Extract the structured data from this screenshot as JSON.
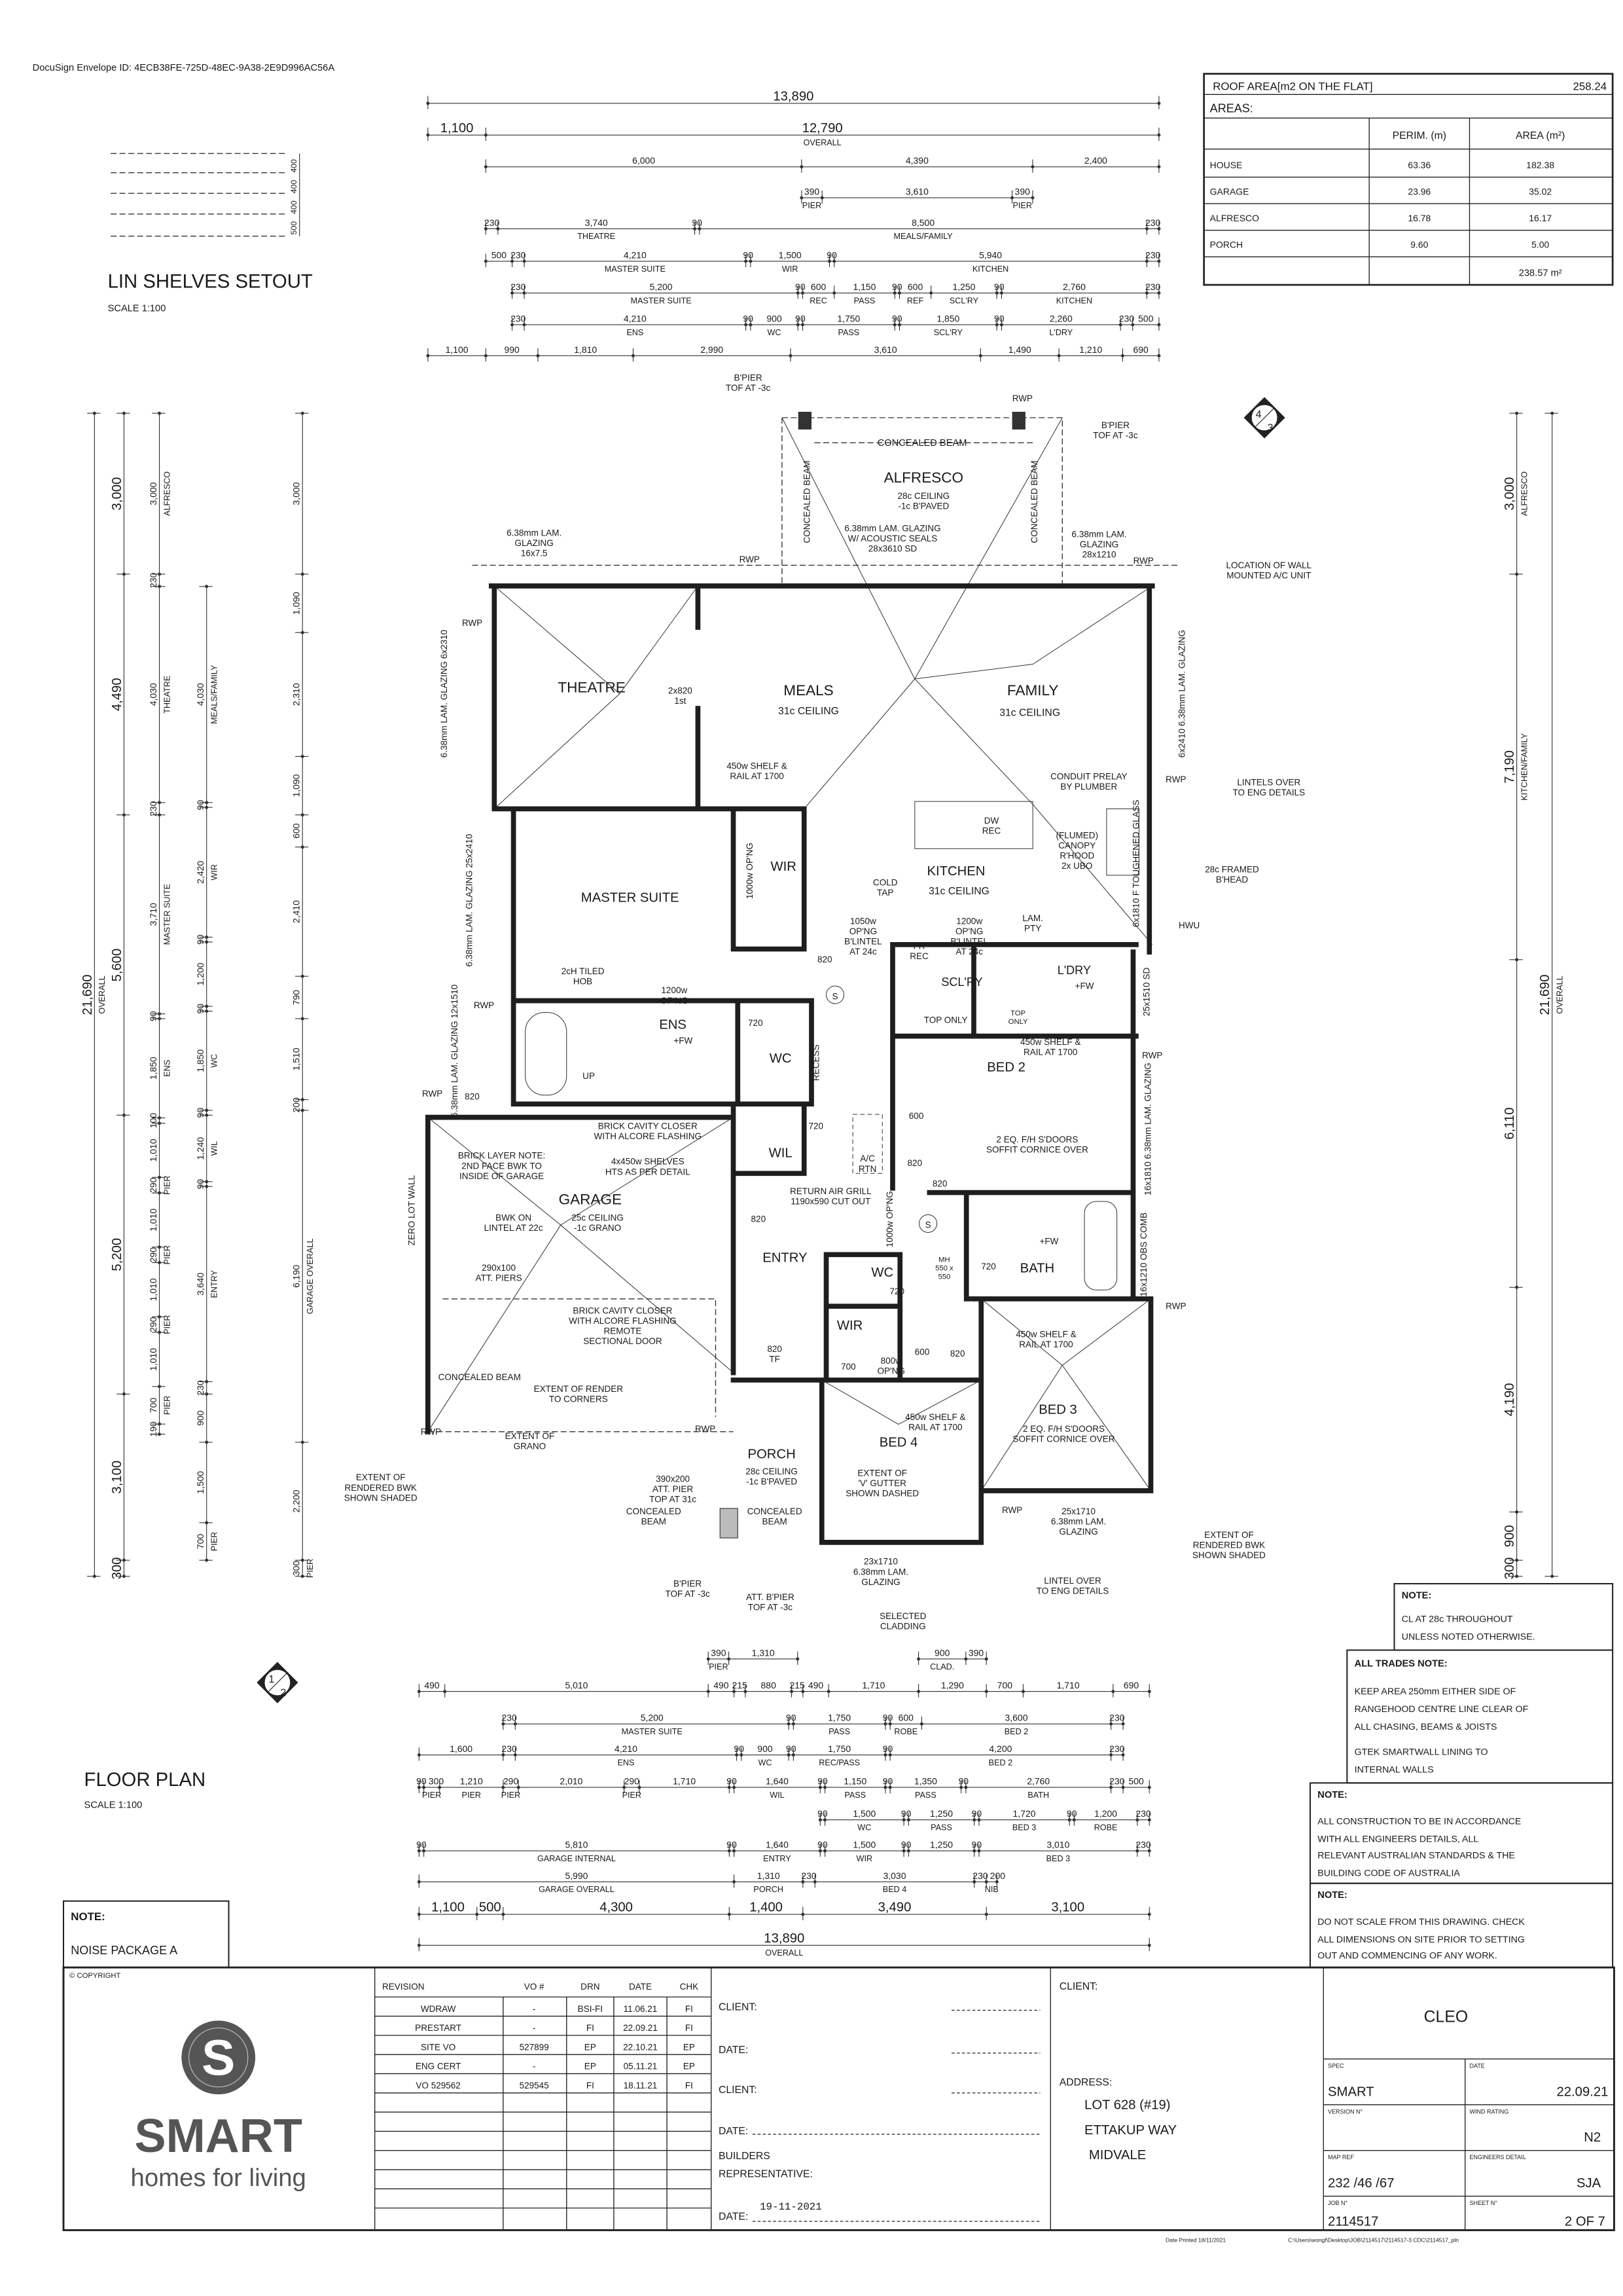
{
  "header": {
    "envelope": "DocuSign Envelope ID: 4ECB38FE-725D-48EC-9A38-2E9D996AC56A"
  },
  "lin_shelves": {
    "title": "LIN SHELVES SETOUT",
    "scale": "SCALE 1:100",
    "dims": [
      "500",
      "400",
      "400",
      "400"
    ]
  },
  "floor_plan": {
    "title": "FLOOR PLAN",
    "scale": "SCALE 1:100",
    "section_ref_a": {
      "top": "4",
      "bottom": "3"
    },
    "section_ref_b": {
      "top": "1",
      "bottom": "2"
    }
  },
  "roof_table": {
    "title": "ROOF AREA[m2 ON THE FLAT]",
    "roof_area": "258.24",
    "areas_label": "AREAS:",
    "col_perim": "PERIM. (m)",
    "col_area": "AREA (m²)",
    "rows": [
      {
        "name": "HOUSE",
        "perim": "63.36",
        "area": "182.38"
      },
      {
        "name": "GARAGE",
        "perim": "23.96",
        "area": "35.02"
      },
      {
        "name": "ALFRESCO",
        "perim": "16.78",
        "area": "16.17"
      },
      {
        "name": "PORCH",
        "perim": "9.60",
        "area": "5.00"
      }
    ],
    "total": "238.57 m²"
  },
  "dims": {
    "top": [
      {
        "values": [
          "13,890"
        ],
        "labels": [
          ""
        ]
      },
      {
        "values": [
          "1,100",
          "12,790"
        ],
        "labels": [
          "",
          "OVERALL"
        ]
      },
      {
        "values": [
          "6,000",
          "4,390",
          "2,400"
        ],
        "labels": [
          "",
          "",
          ""
        ]
      },
      {
        "values": [
          "390",
          "3,610",
          "390"
        ],
        "labels": [
          "PIER",
          "",
          "PIER"
        ]
      },
      {
        "values": [
          "230",
          "3,740",
          "90",
          "8,500",
          "230"
        ],
        "labels": [
          "",
          "THEATRE",
          "",
          "MEALS/FAMILY",
          ""
        ]
      },
      {
        "values": [
          "500",
          "230",
          "4,210",
          "90",
          "1,500",
          "90",
          "5,940",
          "230"
        ],
        "labels": [
          "",
          "",
          "MASTER SUITE",
          "",
          "WIR",
          "",
          "KITCHEN",
          ""
        ]
      },
      {
        "values": [
          "230",
          "5,200",
          "90",
          "600",
          "1,150",
          "90",
          "600",
          "1,250",
          "90",
          "2,760",
          "230"
        ],
        "labels": [
          "",
          "MASTER SUITE",
          "",
          "REC",
          "PASS",
          "",
          "REF",
          "SCL'RY",
          "",
          "KITCHEN",
          ""
        ]
      },
      {
        "values": [
          "230",
          "4,210",
          "90",
          "900",
          "90",
          "1,750",
          "90",
          "1,850",
          "90",
          "2,260",
          "230",
          "500"
        ],
        "labels": [
          "",
          "ENS",
          "",
          "WC",
          "",
          "PASS",
          "",
          "SCL'RY",
          "",
          "L'DRY",
          "",
          ""
        ]
      },
      {
        "values": [
          "1,100",
          "990",
          "1,810",
          "2,990",
          "3,610",
          "1,490",
          "1,210",
          "690"
        ],
        "labels": [
          "",
          "",
          "",
          "",
          "",
          "",
          "",
          ""
        ]
      }
    ],
    "bottom": [
      {
        "values": [
          "390",
          "1,310"
        ],
        "labels": [
          "PIER",
          ""
        ]
      },
      {
        "values": [
          "900",
          "390"
        ],
        "labels": [
          "CLAD.",
          ""
        ]
      },
      {
        "values": [
          "490",
          "5,010",
          "490",
          "215",
          "880",
          "215",
          "490",
          "1,710",
          "1,290",
          "700",
          "1,710",
          "690"
        ],
        "labels": [
          "",
          "",
          "",
          "",
          "",
          "",
          "",
          "",
          "",
          "",
          "",
          ""
        ]
      },
      {
        "values": [
          "230",
          "5,200",
          "90",
          "1,750",
          "90",
          "600",
          "3,600",
          "230"
        ],
        "labels": [
          "",
          "MASTER SUITE",
          "",
          "PASS",
          "",
          "ROBE",
          "BED 2",
          ""
        ]
      },
      {
        "values": [
          "1,600",
          "230",
          "4,210",
          "90",
          "900",
          "90",
          "1,750",
          "90",
          "4,200",
          "230"
        ],
        "labels": [
          "",
          "",
          "ENS",
          "",
          "WC",
          "",
          "REC/PASS",
          "",
          "BED 2",
          ""
        ]
      },
      {
        "values": [
          "90",
          "300",
          "1,210",
          "290",
          "2,010",
          "290",
          "1,710",
          "90",
          "1,640",
          "90",
          "1,150",
          "90",
          "1,350",
          "90",
          "2,760",
          "230",
          "500"
        ],
        "labels": [
          "",
          "PIER",
          "PIER",
          "PIER",
          "",
          "PIER",
          "",
          "",
          "WIL",
          "",
          "PASS",
          "",
          "PASS",
          "",
          "BATH",
          "",
          ""
        ]
      },
      {
        "values": [
          "90",
          "1,500",
          "90",
          "1,250",
          "90",
          "1,720",
          "90",
          "1,200",
          "230"
        ],
        "labels": [
          "",
          "WC",
          "",
          "PASS",
          "",
          "BED 3",
          "",
          "ROBE",
          ""
        ]
      },
      {
        "values": [
          "90",
          "5,810",
          "90",
          "1,640",
          "90",
          "1,500",
          "90",
          "1,250",
          "90",
          "3,010",
          "230"
        ],
        "labels": [
          "",
          "GARAGE INTERNAL",
          "",
          "ENTRY",
          "",
          "WIR",
          "",
          "",
          "",
          "BED 3",
          ""
        ]
      },
      {
        "values": [
          "5,990",
          "1,310",
          "230",
          "3,030",
          "230",
          "200"
        ],
        "labels": [
          "GARAGE OVERALL",
          "PORCH",
          "",
          "BED 4",
          "",
          "NIB"
        ]
      },
      {
        "values": [
          "1,100",
          "500",
          "4,300",
          "1,400",
          "3,490",
          "3,100"
        ],
        "labels": [
          "",
          "",
          "",
          "",
          "",
          ""
        ]
      },
      {
        "values": [
          "13,890"
        ],
        "labels": [
          "OVERALL"
        ]
      }
    ],
    "left": [
      {
        "values": [
          "21,690"
        ],
        "labels": [
          "OVERALL"
        ]
      },
      {
        "values": [
          "3,000",
          "4,490",
          "5,600",
          "5,200",
          "3,100",
          "300"
        ],
        "labels": [
          "",
          "",
          "",
          "",
          "",
          ""
        ]
      },
      {
        "values": [
          "3,000",
          "230",
          "4,030",
          "230",
          "3,710",
          "90",
          "1,850",
          "100",
          "1,010",
          "290",
          "1,010",
          "290",
          "1,010",
          "290",
          "1,010",
          "700",
          "190"
        ],
        "labels": [
          "ALFRESCO",
          "",
          "THEATRE",
          "",
          "MASTER SUITE",
          "",
          "ENS",
          "",
          "",
          "PIER",
          "",
          "PIER",
          "",
          "PIER",
          "",
          "PIER",
          ""
        ]
      },
      {
        "values": [
          "4,030",
          "90",
          "2,420",
          "90",
          "1,200",
          "90",
          "1,850",
          "90",
          "1,240",
          "90",
          "3,640",
          "230",
          "900",
          "1,500",
          "700"
        ],
        "labels": [
          "MEALS/FAMILY",
          "",
          "WIR",
          "",
          "",
          "",
          "WC",
          "",
          "WIL",
          "",
          "ENTRY",
          "",
          "",
          "",
          "PIER"
        ]
      },
      {
        "values": [
          "3,000",
          "1,090",
          "2,310",
          "1,090",
          "600",
          "2,410",
          "790",
          "1,510",
          "200",
          "6,190",
          "2,200",
          "300"
        ],
        "labels": [
          "",
          "",
          "",
          "",
          "",
          "",
          "",
          "",
          "",
          "GARAGE OVERALL",
          "",
          "PIER"
        ]
      }
    ],
    "right": [
      {
        "values": [
          "21,690"
        ],
        "labels": [
          "OVERALL"
        ]
      },
      {
        "values": [
          "3,000",
          "7,190",
          "6,110",
          "4,190",
          "900",
          "300"
        ],
        "labels": [
          "ALFRESCO",
          "KITCHEN/FAMILY",
          "",
          "",
          "",
          ""
        ]
      }
    ]
  },
  "plan": {
    "labels": [
      "B'PIER\nTOF AT -3c",
      "RWP",
      "B'PIER\nTOF AT -3c",
      "CONCEALED BEAM",
      "ALFRESCO",
      "28c CEILING\n-1c B'PAVED",
      "CONCEALED BEAM",
      "CONCEALED BEAM",
      "6.38mm LAM. GLAZING\nW/ ACOUSTIC SEALS\n28x3610 SD",
      "6.38mm LAM.\nGLAZING\n16x7.5",
      "RWP",
      "6.38mm LAM.\nGLAZING\n28x1210",
      "RWP",
      "LOCATION OF WALL\nMOUNTED A/C UNIT",
      "RWP",
      "THEATRE",
      "2x820\n1st",
      "MEALS",
      "31c CEILING",
      "FAMILY",
      "31c CEILING",
      "6.38mm LAM. GLAZING 6x2310",
      "6x2410 6.38mm LAM. GLAZING",
      "450w SHELF &\nRAIL AT 1700",
      "CONDUIT PRELAY\nBY PLUMBER",
      "RWP",
      "LINTELS OVER\nTO ENG DETAILS",
      "DW\nREC",
      "(FLUMED)\nCANOPY\nR'HOOD\n2x UBO",
      "6x1810 F TOUGHENED GLASS",
      "28c FRAMED\nB'HEAD",
      "WIR",
      "1000w OP'NG",
      "MASTER SUITE",
      "KITCHEN",
      "31c CEILING",
      "COLD\nTAP",
      "6.38mm LAM. GLAZING 25x2410",
      "1050w\nOP'NG\nB'LINTEL\nAT 24c",
      "FR\nREC",
      "1200w\nOP'NG\nB'LINTEL\nAT 24c",
      "SCL'RY",
      "LAM.\nPTY",
      "HWU",
      "L'DRY",
      "25x1510 SD",
      "TOP ONLY",
      "TOP\nONLY",
      "2cH TILED\nHOB",
      "1200w\nOP'NG",
      "ENS",
      "720",
      "820",
      "WC",
      "UP",
      "RECESS",
      "RWP",
      "6.38mm LAM. GLAZING 12x1510",
      "820",
      "RWP",
      "450w SHELF &\nRAIL AT 1700",
      "BED 2",
      "2 EQ. F/H S'DOORS\nSOFFIT CORNICE OVER",
      "RWP",
      "16x1810 6.38mm LAM. GLAZING",
      "600",
      "BRICK CAVITY CLOSER\nWITH ALCORE FLASHING",
      "4x450w SHELVES\nHTS AS PER DETAIL",
      "BRICK LAYER NOTE:\n2ND FACE BWK TO\nINSIDE OF GARAGE",
      "ZERO LOT WALL",
      "WIL",
      "720",
      "A/C\nRTN",
      "GARAGE",
      "25c CEILING\n-1c GRANO",
      "BWK ON\nLINTEL AT 22c",
      "RETURN AIR GRILL\n1190x590 CUT OUT",
      "820",
      "820",
      "1000w OP'NG",
      "ENTRY",
      "290x100\nATT. PIERS",
      "WC",
      "720",
      "MH\n550 x\n550",
      "720",
      "BATH",
      "+FW",
      "16x1210 OBS COMB",
      "RWP",
      "BRICK CAVITY CLOSER\nWITH ALCORE FLASHING\nREMOTE\nSECTIONAL DOOR",
      "WIR",
      "820\nTF",
      "800w\nOP'NG",
      "700",
      "600",
      "820",
      "820",
      "450w SHELF &\nRAIL AT 1700",
      "CONCEALED BEAM",
      "EXTENT OF RENDER\nTO CORNERS",
      "450w SHELF &\nRAIL AT 1700",
      "BED 3",
      "2 EQ. F/H S'DOORS\nSOFFIT CORNICE OVER",
      "BED 4",
      "RWP",
      "RWP",
      "EXTENT OF\nGRANO",
      "PORCH",
      "28c CEILING\n-1c B'PAVED",
      "390x200\nATT. PIER\nTOP AT 31c",
      "EXTENT OF\n'V' GUTTER\nSHOWN DASHED",
      "EXTENT OF\nRENDERED BWK\nSHOWN SHADED",
      "CONCEALED\nBEAM",
      "CONCEALED\nBEAM",
      "RWP",
      "25x1710\n6.38mm LAM.\nGLAZING",
      "EXTENT OF\nRENDERED BWK\nSHOWN SHADED",
      "23x1710\n6.38mm LAM.\nGLAZING",
      "LINTEL OVER\nTO ENG DETAILS",
      "B'PIER\nTOF AT -3c",
      "ATT. B'PIER\nTOF AT -3c",
      "SELECTED\nCLADDING",
      "+FW",
      "+FW"
    ]
  },
  "notes": {
    "ceiling": {
      "title": "NOTE:",
      "lines": [
        "CL AT 28c THROUGHOUT",
        "UNLESS NOTED OTHERWISE."
      ]
    },
    "trades": {
      "title": "ALL TRADES NOTE:",
      "lines": [
        "KEEP AREA 250mm EITHER SIDE OF",
        "RANGEHOOD CENTRE LINE CLEAR OF",
        "ALL CHASING, BEAMS & JOISTS",
        "GTEK SMARTWALL LINING TO",
        "INTERNAL WALLS"
      ]
    },
    "construction": {
      "title": "NOTE:",
      "lines": [
        "ALL CONSTRUCTION TO BE IN ACCORDANCE",
        "WITH ALL ENGINEERS DETAILS, ALL",
        "RELEVANT AUSTRALIAN STANDARDS & THE",
        "BUILDING CODE OF AUSTRALIA"
      ]
    },
    "scale": {
      "title": "NOTE:",
      "lines": [
        "DO NOT SCALE FROM THIS DRAWING. CHECK",
        "ALL DIMENSIONS ON SITE PRIOR TO SETTING",
        "OUT AND COMMENCING OF ANY WORK."
      ]
    },
    "noise": {
      "title": "NOTE:",
      "text": "NOISE PACKAGE A"
    }
  },
  "title_block": {
    "copyright": "© COPYRIGHT",
    "logo": {
      "letter": "S",
      "brand": "SMART",
      "tagline": "homes for living"
    },
    "revision_headers": [
      "REVISION",
      "VO #",
      "DRN",
      "DATE",
      "CHK"
    ],
    "revisions": [
      [
        "WDRAW",
        "-",
        "BSI-FI",
        "11.06.21",
        "FI"
      ],
      [
        "PRESTART",
        "-",
        "FI",
        "22.09.21",
        "FI"
      ],
      [
        "SITE VO",
        "527899",
        "EP",
        "22.10.21",
        "EP"
      ],
      [
        "ENG CERT",
        "-",
        "EP",
        "05.11.21",
        "EP"
      ],
      [
        "VO 529562",
        "529545",
        "FI",
        "18.11.21",
        "FI"
      ]
    ],
    "sign": {
      "client1": "CLIENT:",
      "date1": "DATE:",
      "client2": "CLIENT:",
      "date2": "DATE:",
      "builders": "BUILDERS",
      "representative": "REPRESENTATIVE:",
      "date3": "DATE:",
      "date3_value": "19-11-2021"
    },
    "client_label": "CLIENT:",
    "address_label": "ADDRESS:",
    "address": [
      "LOT 628 (#19)",
      "ETTAKUP WAY",
      "MIDVALE"
    ],
    "design": "CLEO",
    "spec_label": "SPEC",
    "spec": "SMART",
    "date_label": "DATE",
    "date": "22.09.21",
    "version_label": "VERSION N°",
    "version": "",
    "wind_label": "WIND RATING",
    "wind": "N2",
    "map_label": "MAP REF",
    "map": "232 /46 /67",
    "eng_label": "ENGINEERS DETAIL",
    "eng": "SJA",
    "job_label": "JOB N°",
    "job": "2114517",
    "sheet_label": "SHEET N°",
    "sheet": "2 OF 7"
  },
  "footer": {
    "printed": "Date Printed 18/11/2021",
    "path": "C:\\Users\\wongf\\Desktop\\JOB\\2114517\\2114517-3 CDC\\2114517_pln"
  }
}
